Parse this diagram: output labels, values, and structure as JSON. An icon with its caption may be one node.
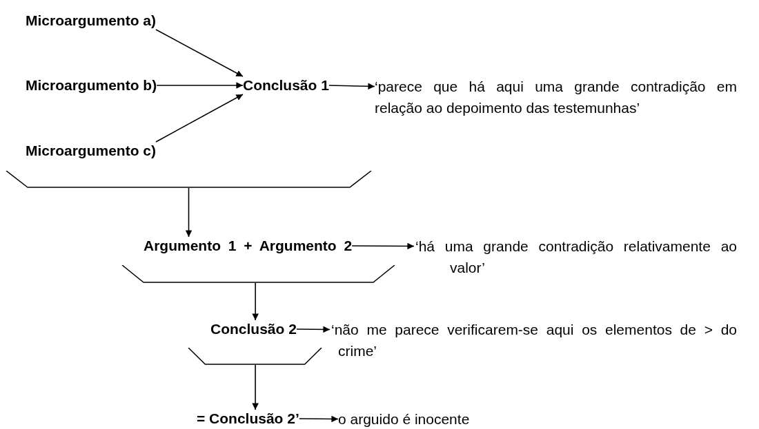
{
  "diagram": {
    "nodes": [
      {
        "text": [
          "Microargumento a)"
        ]
      },
      {
        "text": [
          "Microargumento b)"
        ]
      },
      {
        "text": [
          "Microargumento c)"
        ]
      },
      {
        "text": [
          "Conclusão 1"
        ]
      },
      {
        "text": [
          "‘parece que há aqui uma grande contradição em relação ao depoimento das testemunhas’"
        ]
      },
      {
        "text": [],
        "shape": "bracket"
      },
      {
        "text": [
          "Argumento 1 + Argumento 2"
        ]
      },
      {
        "text": [
          "‘há uma grande contradição relativamente ao valor’"
        ]
      },
      {
        "text": [],
        "shape": "bracket"
      },
      {
        "text": [
          "Conclusão 2"
        ]
      },
      {
        "text": [
          "‘não me parece verificarem-se aqui os elementos de > do crime’"
        ]
      },
      {
        "text": [],
        "shape": "bracket"
      },
      {
        "text": [
          "= Conclusão 2’"
        ]
      },
      {
        "text": [
          "o arguido é inocente"
        ]
      }
    ],
    "edges": [
      {
        "from": 0,
        "to": 3,
        "arrow": "to"
      },
      {
        "from": 1,
        "to": 3,
        "arrow": "to"
      },
      {
        "from": 2,
        "to": 3,
        "arrow": "to"
      },
      {
        "from": 3,
        "to": 4,
        "arrow": "to"
      },
      {
        "from": 5,
        "to": 6,
        "arrow": "to"
      },
      {
        "from": 6,
        "to": 7,
        "arrow": "to"
      },
      {
        "from": 8,
        "to": 9,
        "arrow": "to"
      },
      {
        "from": 9,
        "to": 10,
        "arrow": "to"
      },
      {
        "from": 11,
        "to": 12,
        "arrow": "to"
      },
      {
        "from": 12,
        "to": 13,
        "arrow": "to"
      }
    ]
  }
}
